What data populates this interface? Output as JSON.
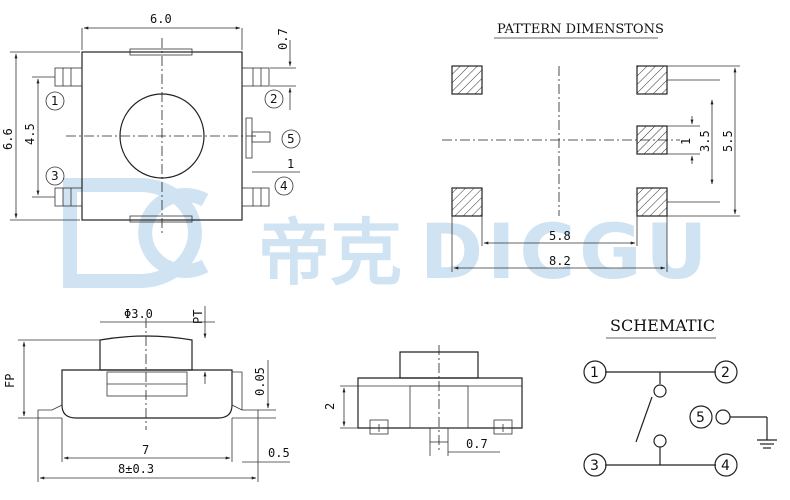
{
  "watermark": {
    "logo_text": "DC",
    "cn_text": "帝克",
    "en_text": "DICGU"
  },
  "top_view": {
    "dim_width": "6.0",
    "dim_height": "6.6",
    "dim_pin_spacing": "4.5",
    "dim_pin_offset": "0.7",
    "dim_pin5": "1",
    "pin_labels": [
      "1",
      "2",
      "3",
      "4",
      "5"
    ]
  },
  "pattern": {
    "title": "PATTERN DIMENSTONS",
    "dim_inner_width": "5.8",
    "dim_outer_width": "8.2",
    "dim_pad": "1",
    "dim_mid": "3.5",
    "dim_outer_height": "5.5"
  },
  "side_view": {
    "dim_phi": "Φ3.0",
    "dim_pt": "PT",
    "dim_fp": "FP",
    "dim_gap": "0.05",
    "dim_body": "7",
    "dim_total": "8±0.3",
    "dim_lead": "0.5"
  },
  "end_view": {
    "dim_height": "2",
    "dim_lead": "0.7"
  },
  "schematic": {
    "title": "SCHEMATIC",
    "pins": [
      "1",
      "2",
      "3",
      "4",
      "5"
    ]
  },
  "colors": {
    "line": "#222222",
    "watermark": "#cfe3f3"
  }
}
